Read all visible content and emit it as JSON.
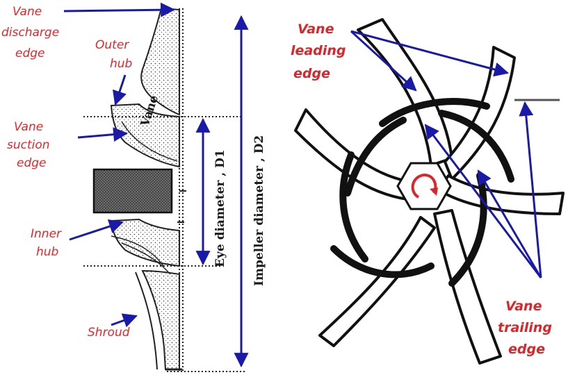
{
  "colors": {
    "label": "#e5252a",
    "arrow": "#1a1aa8",
    "ink": "#1a1a1a"
  },
  "left_panel": {
    "vane_discharge_edge": [
      "Vane",
      "discharge",
      "edge"
    ],
    "outer_hub": [
      "Outer",
      "hub"
    ],
    "vane": "Vane",
    "vane_suction_edge": [
      "Vane",
      "suction",
      "edge"
    ],
    "inner_hub": [
      "Inner",
      "hub"
    ],
    "shroud": "Shroud",
    "eye_diameter": "Eye   diameter , D1",
    "impeller_diameter": "Impeller diameter , D2"
  },
  "right_panel": {
    "vane_leading_edge": [
      "Vane",
      "leading",
      "edge"
    ],
    "vane_trailing_edge": [
      "Vane",
      "trailing",
      "edge"
    ]
  }
}
